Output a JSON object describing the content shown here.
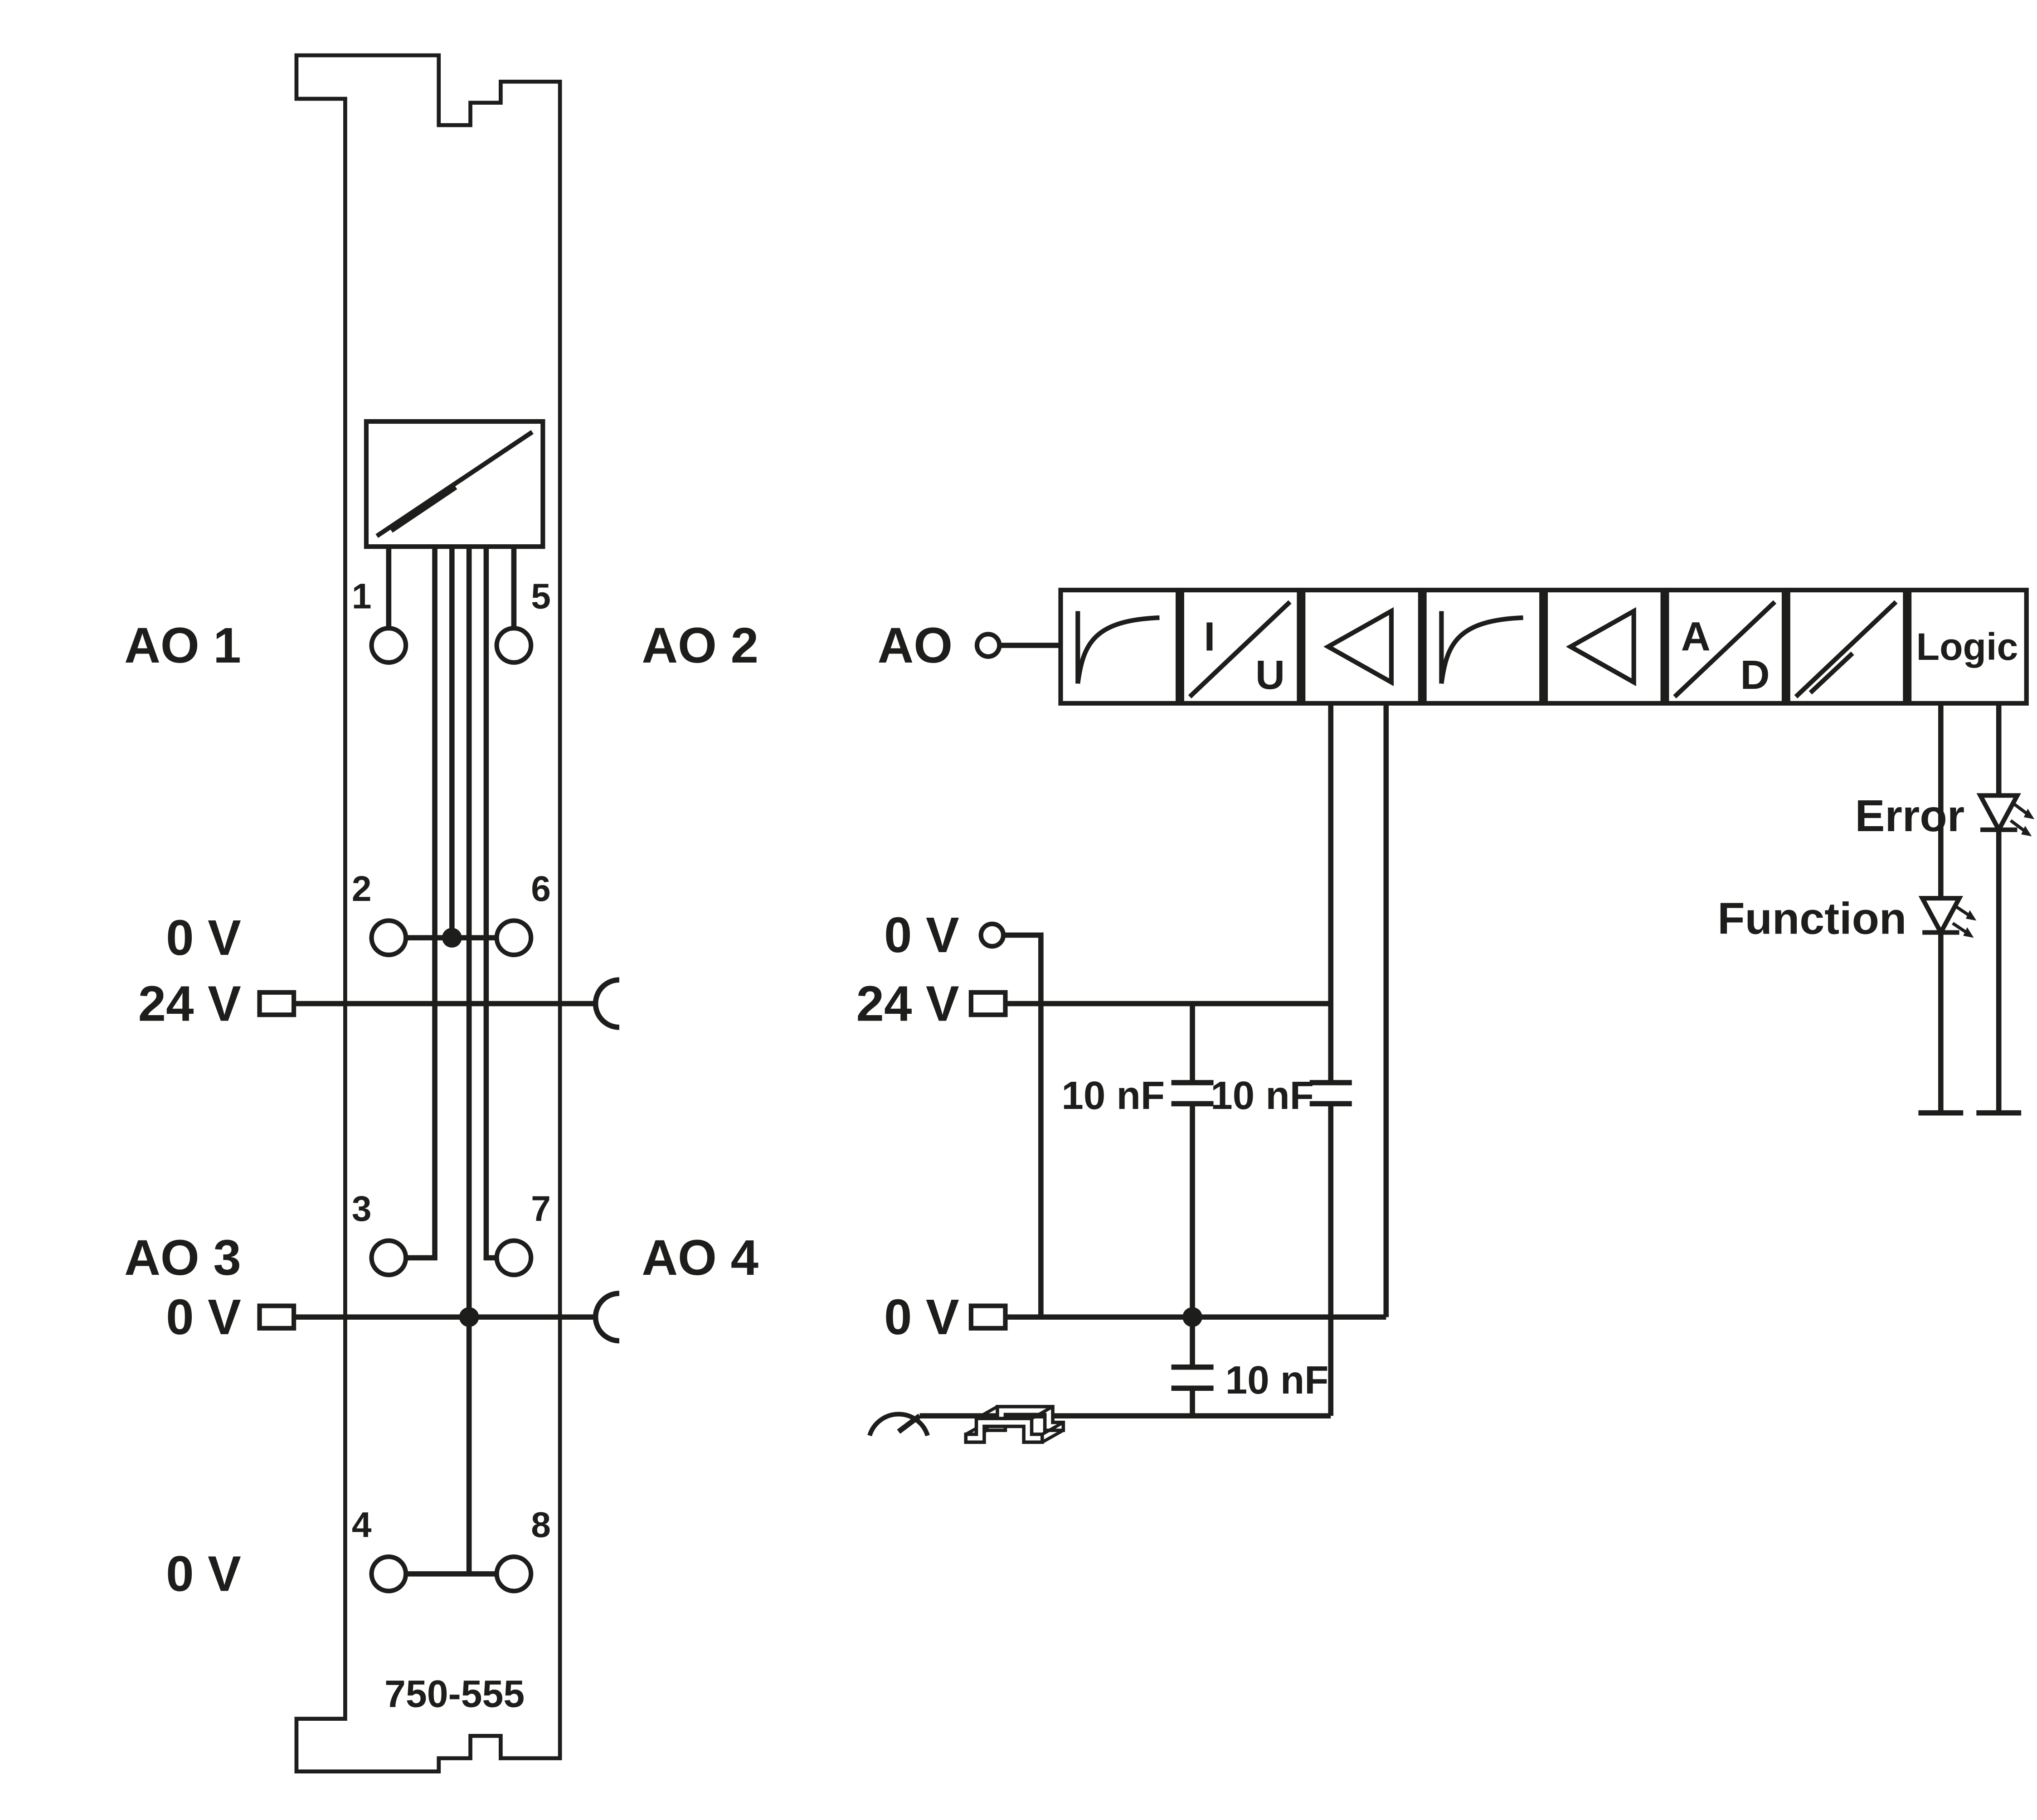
{
  "module": {
    "part_number": "750-555",
    "left_labels": {
      "ao1": "AO 1",
      "ov_26": "0 V",
      "v24": "24 V",
      "ao3": "AO 3",
      "ov_rail": "0 V",
      "ov_48": "0 V"
    },
    "right_labels": {
      "ao2": "AO 2",
      "ao4": "AO 4"
    },
    "pin_numbers": {
      "p1": "1",
      "p2": "2",
      "p3": "3",
      "p4": "4",
      "p5": "5",
      "p6": "6",
      "p7": "7",
      "p8": "8"
    }
  },
  "schematic": {
    "ao_label": "AO",
    "blocks": {
      "i": "I",
      "u": "U",
      "a": "A",
      "d": "D",
      "logic": "Logic"
    },
    "led_labels": {
      "error": "Error",
      "function": "Function"
    },
    "power_labels": {
      "ov_top": "0 V",
      "v24": "24 V",
      "ov_bottom": "0 V"
    },
    "cap_labels": {
      "c1": "10 nF",
      "c2": "10 nF",
      "c3": "10 nF"
    }
  },
  "colors": {
    "line": "#1d1d1b",
    "background": "#ffffff"
  }
}
